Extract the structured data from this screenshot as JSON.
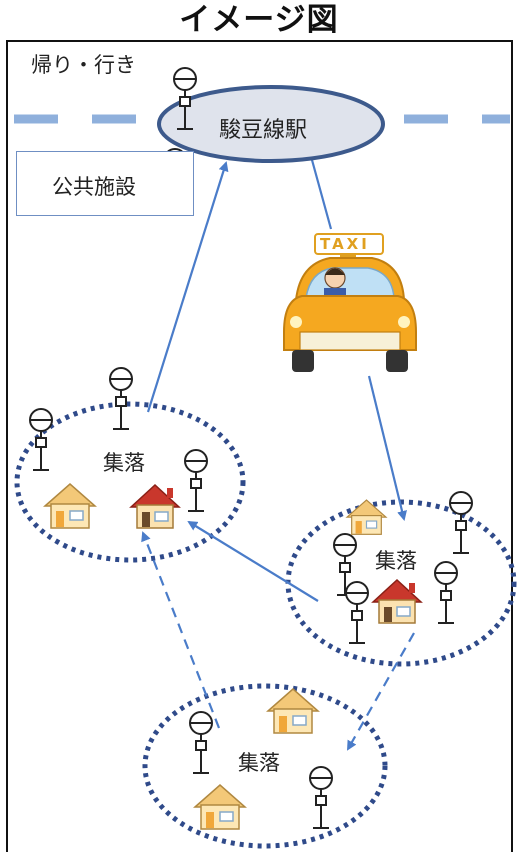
{
  "title": "イメージ図",
  "legend_text": "帰り・行き",
  "station": "駿豆線駅",
  "facility": "公共施設",
  "taxi_sign": "TAXI",
  "villages": [
    {
      "label": "集落"
    },
    {
      "label": "集落"
    },
    {
      "label": "集落"
    }
  ],
  "colors": {
    "rail": "#8fb0dc",
    "arrow": "#4a7cc9",
    "village_border": "#2f4a8a",
    "station_fill": "#dfe3ec",
    "station_border": "#3d5a8c",
    "taxi_body": "#f5a820"
  },
  "icons": [
    "bus-stop-icon",
    "house-icon",
    "taxi-icon"
  ]
}
